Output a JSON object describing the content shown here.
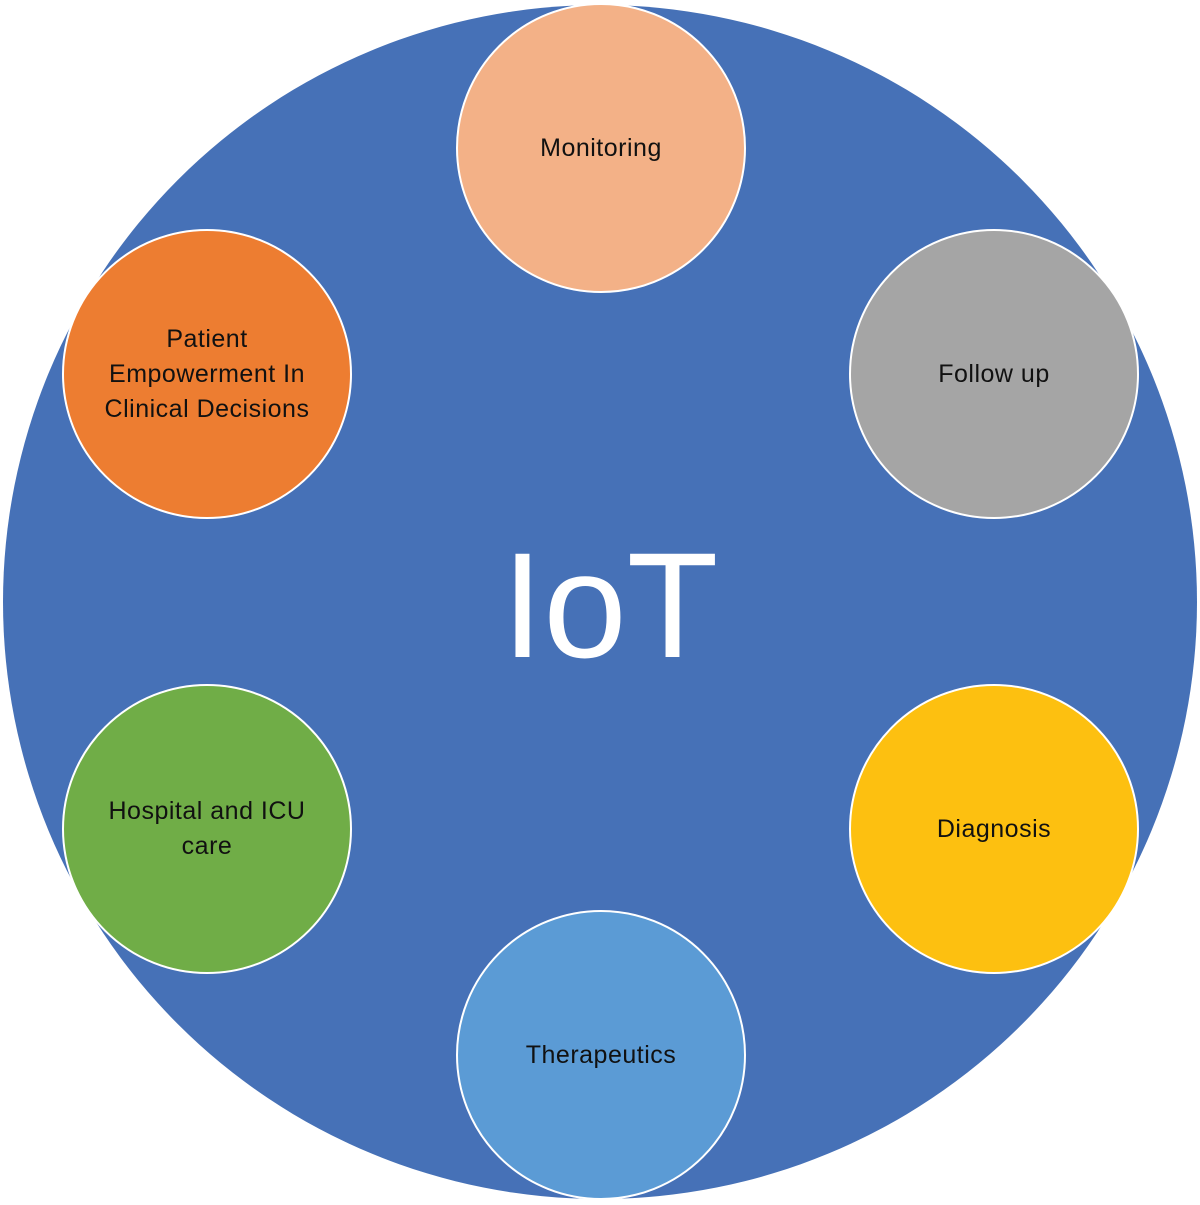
{
  "center_label": "IoT",
  "nodes": [
    {
      "label": "Monitoring",
      "color": "#f3b187"
    },
    {
      "label": "Follow up",
      "color": "#a5a5a5"
    },
    {
      "label": "Diagnosis",
      "color": "#fdc010"
    },
    {
      "label": "Therapeutics",
      "color": "#5b9bd5"
    },
    {
      "label": "Hospital and ICU care",
      "color": "#70ad47"
    },
    {
      "label": "Patient Empowerment In Clinical Decisions",
      "color": "#ed7d31"
    }
  ],
  "colors": {
    "hub": "#4671b7"
  }
}
